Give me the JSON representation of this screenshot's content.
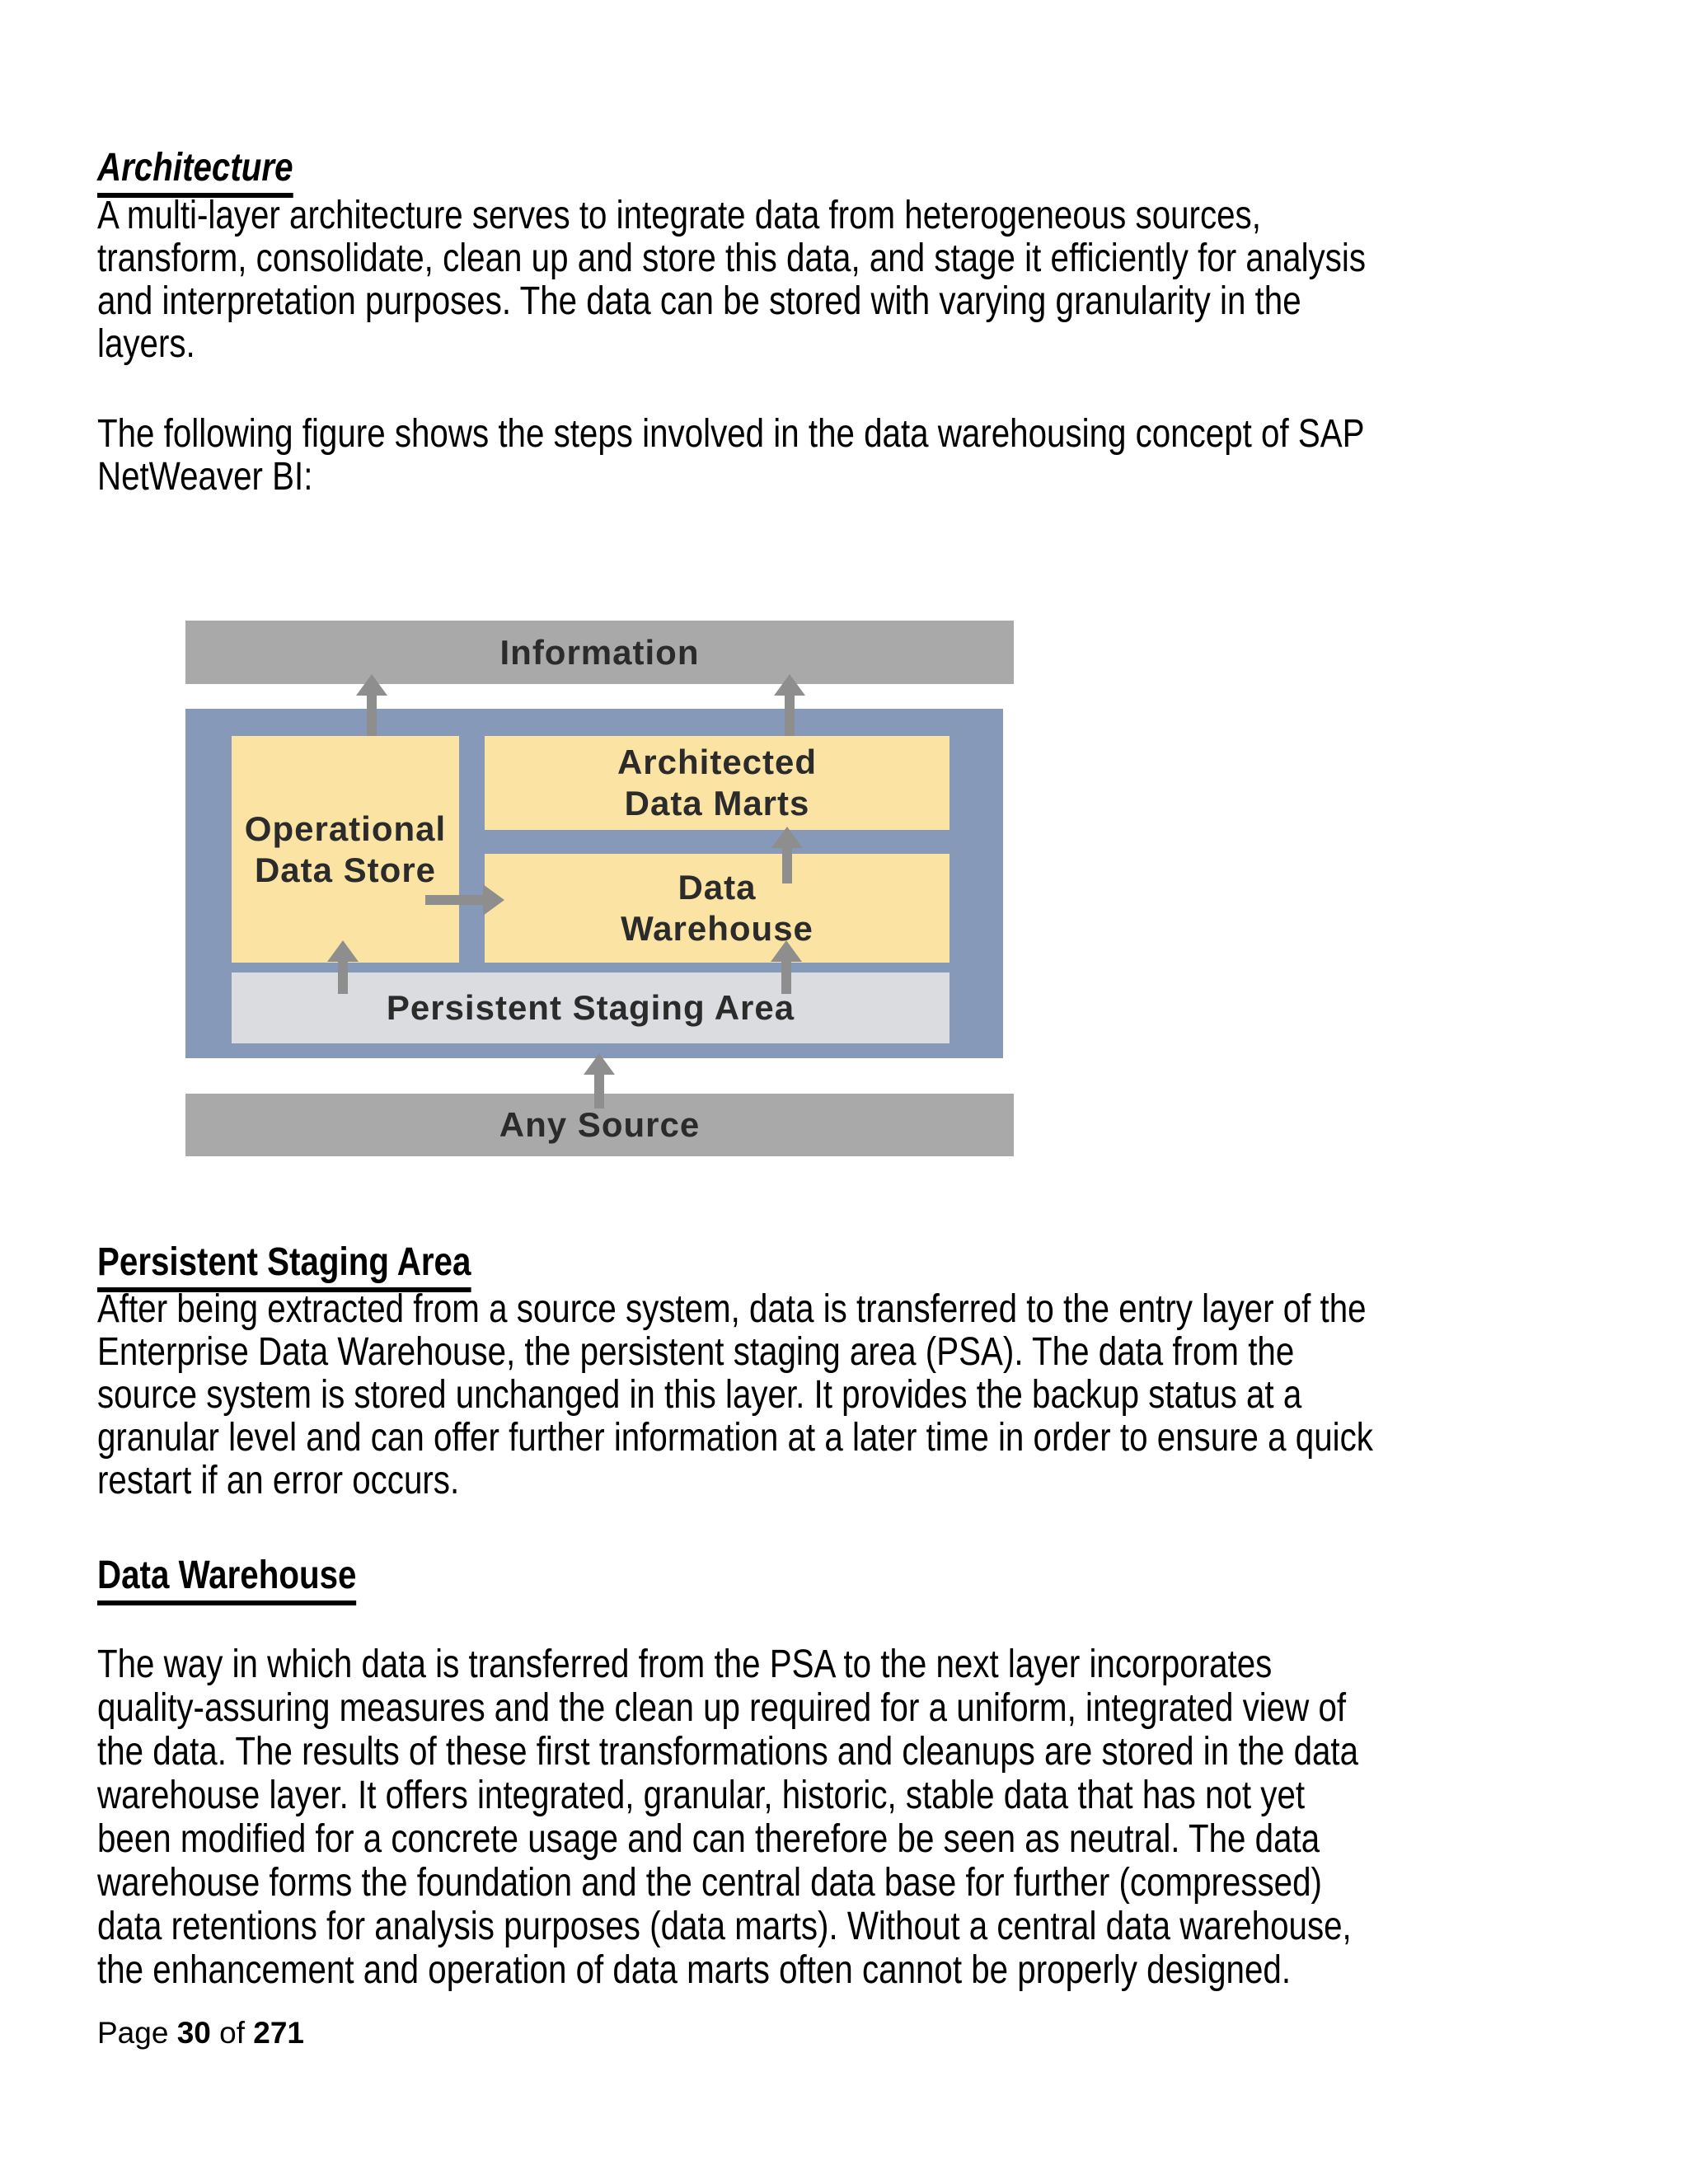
{
  "headings": {
    "architecture": "Architecture",
    "persistent_staging_area": "Persistent Staging Area",
    "data_warehouse": "Data Warehouse"
  },
  "paragraphs": {
    "intro": [
      "A multi-layer architecture serves to integrate data from heterogeneous sources,",
      "transform, consolidate, clean up and store this data, and stage it efficiently for analysis",
      "and interpretation purposes. The data can be stored with varying granularity in the",
      "layers."
    ],
    "figure_intro": [
      "The following figure shows the steps involved in the data warehousing concept of SAP",
      "NetWeaver BI:"
    ],
    "psa": [
      "After being extracted from a source system, data is transferred to the entry layer of the",
      "Enterprise Data Warehouse, the persistent staging area (PSA). The data from the",
      "source system is stored unchanged in this layer. It provides the backup status at a",
      "granular level and can offer further information at a later time in order to ensure a quick",
      "restart if an error occurs."
    ],
    "dw": [
      "The way in which data is transferred from the PSA to the next layer incorporates",
      "quality-assuring measures and the clean up required for a uniform, integrated view of",
      "the data. The results of these first transformations and cleanups are stored in the data",
      "warehouse layer. It offers integrated, granular, historic, stable data that has not yet",
      "been modified for a concrete usage and can therefore be seen as neutral. The data",
      "warehouse forms the foundation and the central data base for further (compressed)",
      "data retentions for analysis purposes (data marts). Without a central data warehouse,",
      "the enhancement and operation of data marts often cannot be properly designed."
    ]
  },
  "diagram": {
    "information_label": "Information",
    "ods_line1": "Operational",
    "ods_line2": "Data Store",
    "adm_line1": "Architected",
    "adm_line2": "Data Marts",
    "dw_line1": "Data",
    "dw_line2": "Warehouse",
    "psa_label": "Persistent Staging Area",
    "any_source_label": "Any Source",
    "colors": {
      "bar_gray": "#a9a9a9",
      "container_blue": "#8799b8",
      "box_yellow": "#fbe3a3",
      "psa_gray": "#dbdcdf",
      "arrow_gray": "#8e8e8e",
      "label_text": "#2b2b2b"
    }
  },
  "footer": {
    "page_word": "Page",
    "page_number": "30",
    "of_word": "of",
    "total_pages": "271"
  }
}
